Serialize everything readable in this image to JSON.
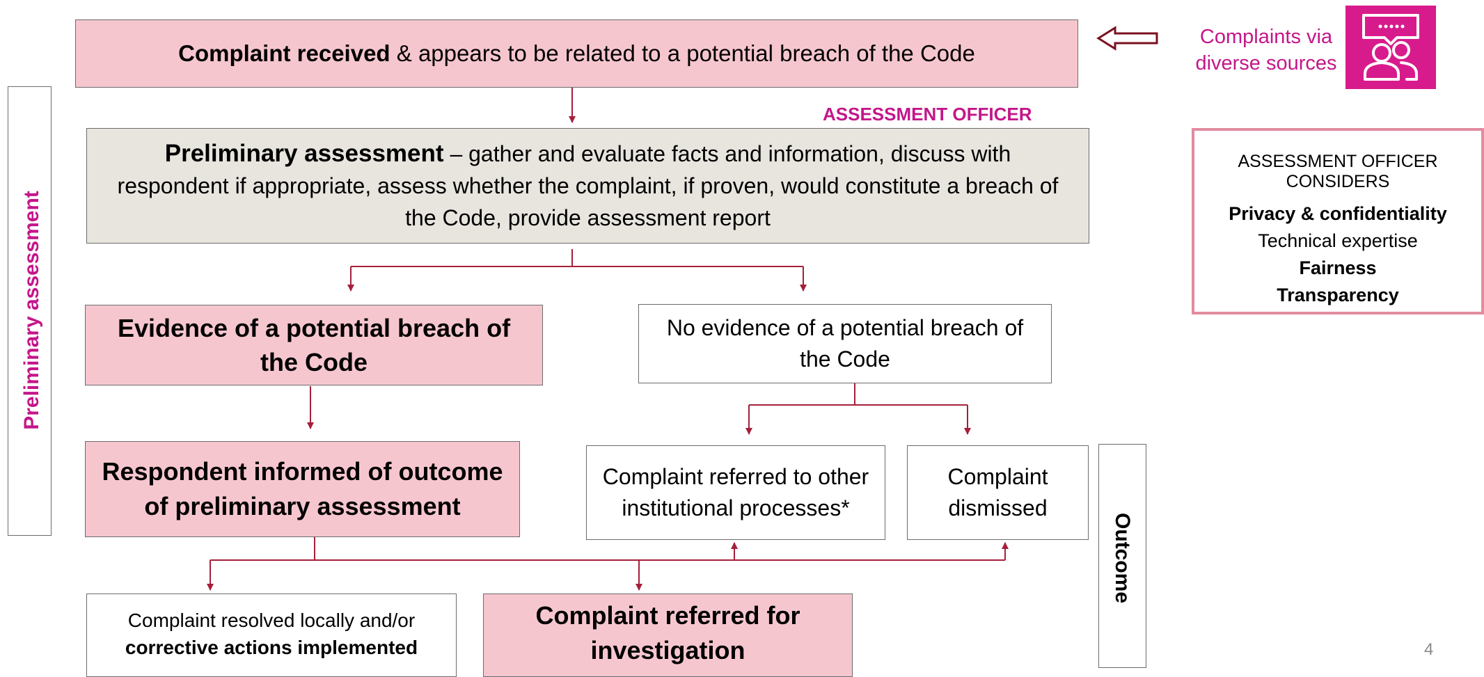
{
  "colors": {
    "box_pink": "#f6c6cf",
    "box_grey": "#e8e5df",
    "connector": "#a51f3b",
    "accent_magenta": "#c4168a",
    "icon_bg": "#d81b8c",
    "considerations_border": "#e28ba0"
  },
  "side_labels": {
    "preliminary": "Preliminary assessment",
    "outcome": "Outcome"
  },
  "sources": {
    "text_line1": "Complaints via",
    "text_line2": "diverse sources",
    "icon": "people-chat-icon"
  },
  "complaint_received": {
    "bold": "Complaint received",
    "rest": " & appears to be related to a potential breach of the Code"
  },
  "assessment_officer_label": "ASSESSMENT OFFICER",
  "preliminary_assessment": {
    "bold": "Preliminary assessment",
    "rest": " – gather and evaluate facts and information, discuss with respondent if appropriate, assess whether the complaint, if proven, would constitute a breach of the Code, provide assessment report"
  },
  "considerations": {
    "title": "ASSESSMENT OFFICER CONSIDERS",
    "items": [
      "Privacy & confidentiality",
      "Technical expertise",
      "Fairness",
      "Transparency"
    ]
  },
  "evidence_box": "Evidence of a potential breach of the Code",
  "no_evidence_box": "No evidence of a potential breach of the Code",
  "respondent_informed": "Respondent informed of outcome of preliminary assessment",
  "referred_other": "Complaint referred  to other institutional processes*",
  "dismissed": "Complaint dismissed",
  "resolved_locally": {
    "line1": "Complaint resolved  locally and/or",
    "line2_bold": "corrective actions implemented"
  },
  "referred_investigation": "Complaint referred for investigation",
  "page_number": "4"
}
